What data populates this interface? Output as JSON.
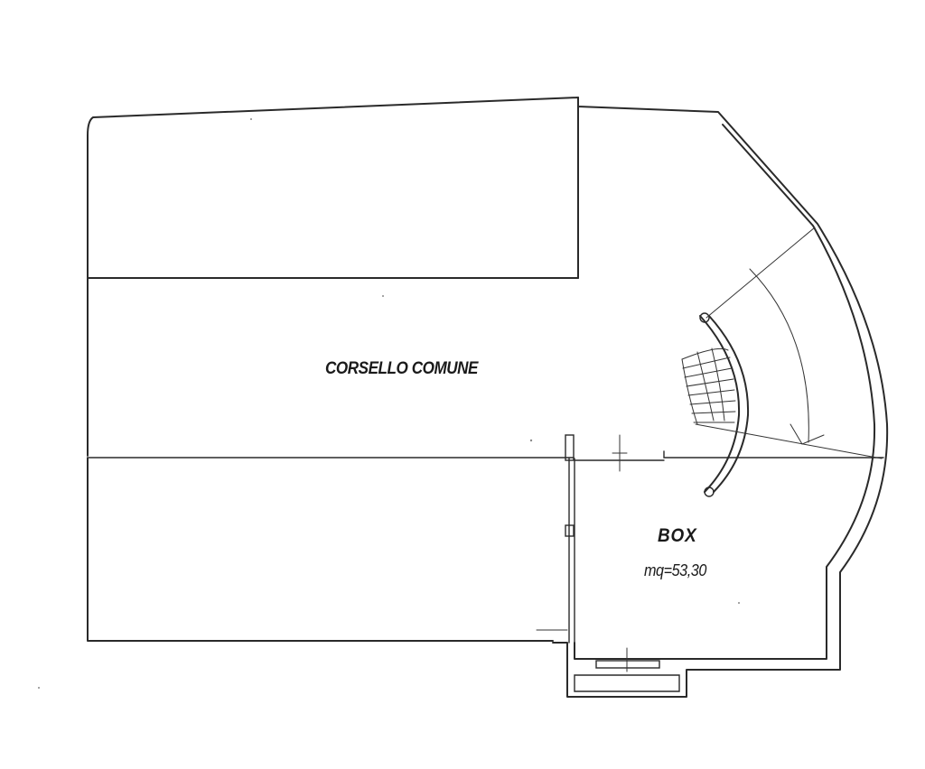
{
  "rooms": {
    "common_aisle": {
      "label": "CORSELLO COMUNE"
    },
    "garage": {
      "label": "BOX",
      "area": "mq=53,30"
    }
  }
}
